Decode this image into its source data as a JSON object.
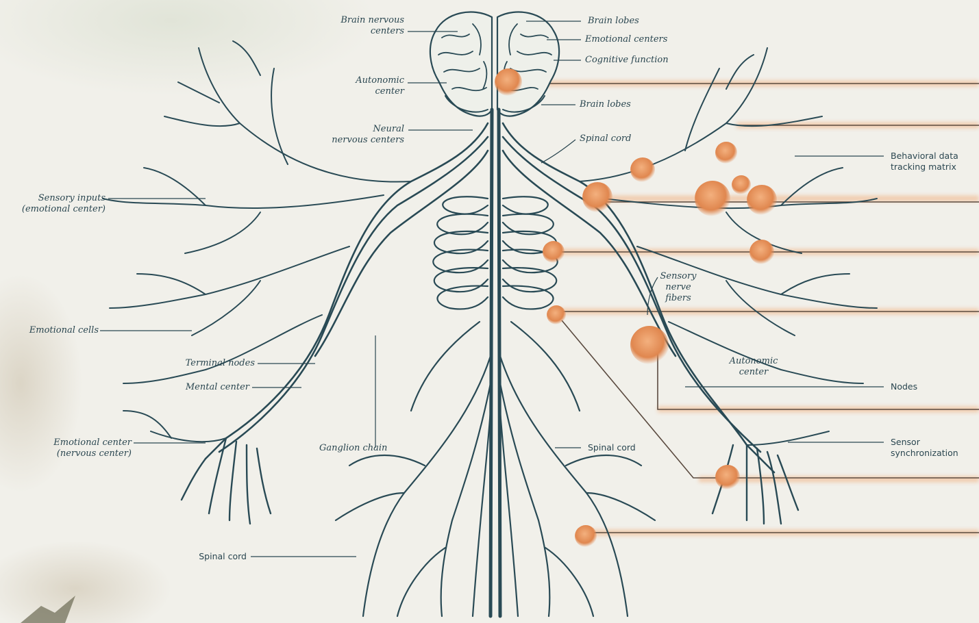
{
  "colors": {
    "background": "#f1f0ea",
    "nerve": "#294a55",
    "highlight": "#e08a52",
    "label": "#2a4650"
  },
  "labels": {
    "brain_nervous_centers": "Brain nervous\ncenters",
    "brain_lobes_top": "Brain lobes",
    "emotional_centers": "Emotional centers",
    "cognitive_function": "Cognitive function",
    "autonomic_center_left": "Autonomic\ncenter",
    "brain_lobes": "Brain lobes",
    "neural_centers": "Neural\nnervous centers",
    "spinal_cord_upper": "Spinal cord",
    "behavioral_data": "Behavioral data\ntracking matrix",
    "sensory_inputs": "Sensory inputs\n(emotional center)",
    "sensory_fibers": "Sensory\nnerve\nfibers",
    "emotional_cells": "Emotional cells",
    "terminal_nodes": "Terminal nodes",
    "mental_center": "Mental center",
    "autonomic_center_right": "Autonomic\ncenter",
    "nodes": "Nodes",
    "emotional_center_left": "Emotional center\n(nervous center)",
    "ganglion_chain": "Ganglion chain",
    "spinal_cord_lower": "Spinal cord",
    "sensor_synchronization": "Sensor\nsynchronization",
    "spinal_cord_bottom": "Spinal cord"
  }
}
